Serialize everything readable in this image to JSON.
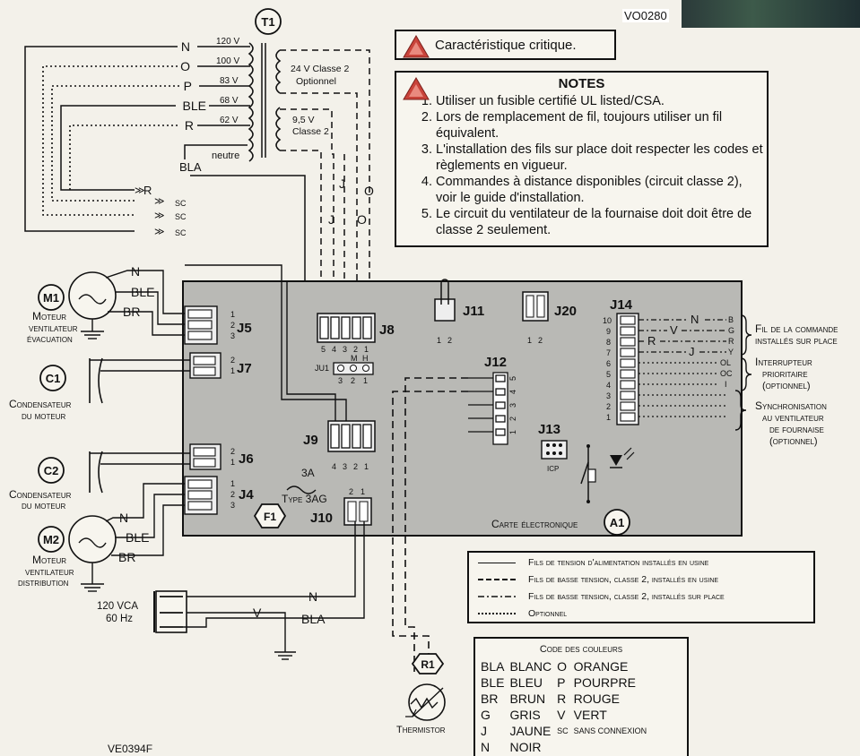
{
  "header": {
    "photo_label": "VO0280",
    "critical_text": "Caractéristique critique.",
    "bottom_code": "VE0394F"
  },
  "notes": {
    "title": "NOTES",
    "items": [
      "Utiliser un fusible certifié UL listed/CSA.",
      "Lors de remplacement de fil, toujours utiliser un fil équivalent.",
      "L'installation des fils sur place doit respecter les codes et règlements en vigueur.",
      "Commandes à distance disponibles (circuit classe 2), voir le guide d'installation.",
      "Le circuit du ventilateur de la fournaise doit doit être de classe 2 seulement."
    ]
  },
  "transformer": {
    "tag": "T1",
    "taps": [
      {
        "wire": "N",
        "volt": "120 V"
      },
      {
        "wire": "O",
        "volt": "100 V"
      },
      {
        "wire": "P",
        "volt": "83 V"
      },
      {
        "wire": "BLE",
        "volt": "68 V"
      },
      {
        "wire": "R",
        "volt": "62 V"
      }
    ],
    "secondary_24": [
      "24 V Classe 2",
      "Optionnel"
    ],
    "secondary_9": [
      "9,5 V",
      "Classe 2"
    ],
    "neutral": "neutre",
    "bla": "BLA",
    "sc_labels": [
      "R",
      "SC",
      "SC",
      "SC"
    ],
    "j_labels": [
      "J",
      "J"
    ],
    "o_labels": [
      "O",
      "O"
    ]
  },
  "motors": {
    "m1": {
      "tag": "M1",
      "line1": "Moteur",
      "line2": "ventilateur",
      "line3": "évacuation",
      "wires": [
        "N",
        "BLE",
        "BR"
      ]
    },
    "m2": {
      "tag": "M2",
      "line1": "Moteur",
      "line2": "ventilateur",
      "line3": "distribution",
      "wires": [
        "N",
        "BLE",
        "BR"
      ]
    },
    "c1": {
      "tag": "C1",
      "line1": "Condensateur",
      "line2": "du moteur"
    },
    "c2": {
      "tag": "C2",
      "line1": "Condensateur",
      "line2": "du moteur"
    }
  },
  "board": {
    "tag": "A1",
    "label": "Carte électronique",
    "connectors": {
      "j5": "J5",
      "j7": "J7",
      "j6": "J6",
      "j4": "J4",
      "j8": "J8",
      "j9": "J9",
      "j10": "J10",
      "j11": "J11",
      "j20": "J20",
      "j12": "J12",
      "j13": "J13",
      "j14": "J14",
      "ju1": "JU1",
      "icp": "ICP"
    },
    "j8_pins": [
      "5",
      "4",
      "3",
      "2",
      "1"
    ],
    "j9_pins": [
      "4",
      "3",
      "2",
      "1"
    ],
    "ju1_pins": [
      "3",
      "2",
      "1"
    ],
    "ju1_mh": [
      "M",
      "H"
    ],
    "j5_pins": [
      "1",
      "2",
      "3"
    ],
    "j7_pins": [
      "2",
      "1"
    ],
    "j6_pins": [
      "2",
      "1"
    ],
    "j4_pins": [
      "1",
      "2",
      "3"
    ],
    "j12_pins": [
      "5",
      "4",
      "3",
      "2",
      "1"
    ],
    "j14_pins": [
      "10",
      "9",
      "8",
      "7",
      "6",
      "5",
      "4",
      "3",
      "2",
      "1"
    ],
    "j14_terms": [
      "B",
      "G",
      "R",
      "Y",
      "OL",
      "OC",
      "I"
    ],
    "j14_wires": [
      "N",
      "V",
      "R",
      "J"
    ],
    "j11_pins": [
      "1",
      "2"
    ],
    "j20_pins": [
      "1",
      "2"
    ],
    "j10_pins": [
      "2",
      "1"
    ],
    "fuse": {
      "tag": "F1",
      "rating": "3A",
      "type": "Type 3AG"
    }
  },
  "right_labels": {
    "group1": [
      "Fil de la commande",
      "installés sur place"
    ],
    "group2": [
      "Interrupteur",
      "prioritaire",
      "(optionnel)"
    ],
    "group3": [
      "Synchronisation",
      "au ventilateur",
      "de fournaise",
      "(optionnel)"
    ]
  },
  "power": {
    "voltage": "120 VCA",
    "freq": "60 Hz",
    "wires": [
      "N",
      "V",
      "BLA"
    ]
  },
  "thermistor": {
    "tag": "R1",
    "label": "Thermistor"
  },
  "legend": {
    "items": [
      "Fils de tension d'alimentation installés en usine",
      "Fils de basse tension, classe 2, installés en usine",
      "Fils de basse tension, classe 2, installés sur place",
      "Optionnel"
    ]
  },
  "color_code": {
    "title": "Code des couleurs",
    "rows": [
      [
        "BLA",
        "BLANC",
        "O",
        "ORANGE"
      ],
      [
        "BLE",
        "BLEU",
        "P",
        "POURPRE"
      ],
      [
        "BR",
        "BRUN",
        "R",
        "ROUGE"
      ],
      [
        "G",
        "GRIS",
        "V",
        "VERT"
      ],
      [
        "J",
        "JAUNE",
        "SC",
        "SANS CONNEXION"
      ],
      [
        "N",
        "NOIR",
        "",
        ""
      ]
    ]
  }
}
